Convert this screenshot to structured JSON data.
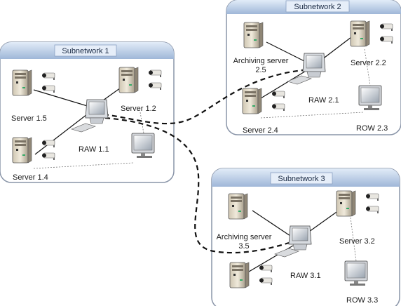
{
  "subnetworks": [
    {
      "title": "Subnetwork 1",
      "servers": [
        "Server 1.5",
        "Server 1.2",
        "Server 1.4"
      ],
      "raw": "RAW 1.1"
    },
    {
      "title": "Subnetwork 2",
      "archiving": [
        "Archiving server",
        "2.5"
      ],
      "servers": [
        "Server 2.2",
        "Server 2.4"
      ],
      "raw": "RAW 2.1",
      "row": "ROW 2.3"
    },
    {
      "title": "Subnetwork 3",
      "archiving": [
        "Archiving server",
        "3.5"
      ],
      "servers": [
        "Server 3.2"
      ],
      "raw": "RAW 3.1",
      "row": "ROW 3.3"
    }
  ],
  "colors": {
    "panel_border": "#8a95a8",
    "header_top": "#dbe6f4",
    "header_bottom": "#a9bfdc",
    "link": "#111111"
  },
  "icons": [
    "server-tower-icon",
    "camera-icon",
    "crt-monitor-icon",
    "lcd-monitor-icon",
    "keyboard-icon"
  ]
}
